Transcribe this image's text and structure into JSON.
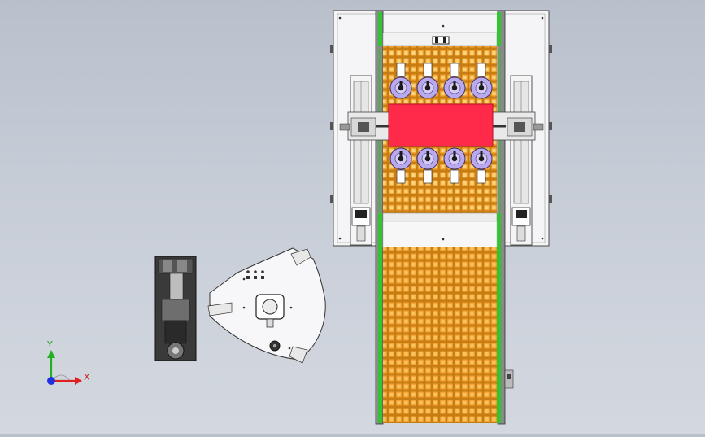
{
  "viewport": {
    "background_top": "#b9c0cc",
    "background_bottom": "#d3d8e0"
  },
  "triad": {
    "x_label": "X",
    "y_label": "Y",
    "x_color": "#e02020",
    "y_color": "#20b020",
    "z_color": "#2030e0"
  },
  "model": {
    "conveyor_color": "#f0a030",
    "rail_color": "#30c030",
    "platen_color": "#ff2a4a",
    "puck_color": "#b9a9ee",
    "frame_color": "#f4f4f6",
    "puck_count_top": 4,
    "puck_count_bottom": 4
  }
}
